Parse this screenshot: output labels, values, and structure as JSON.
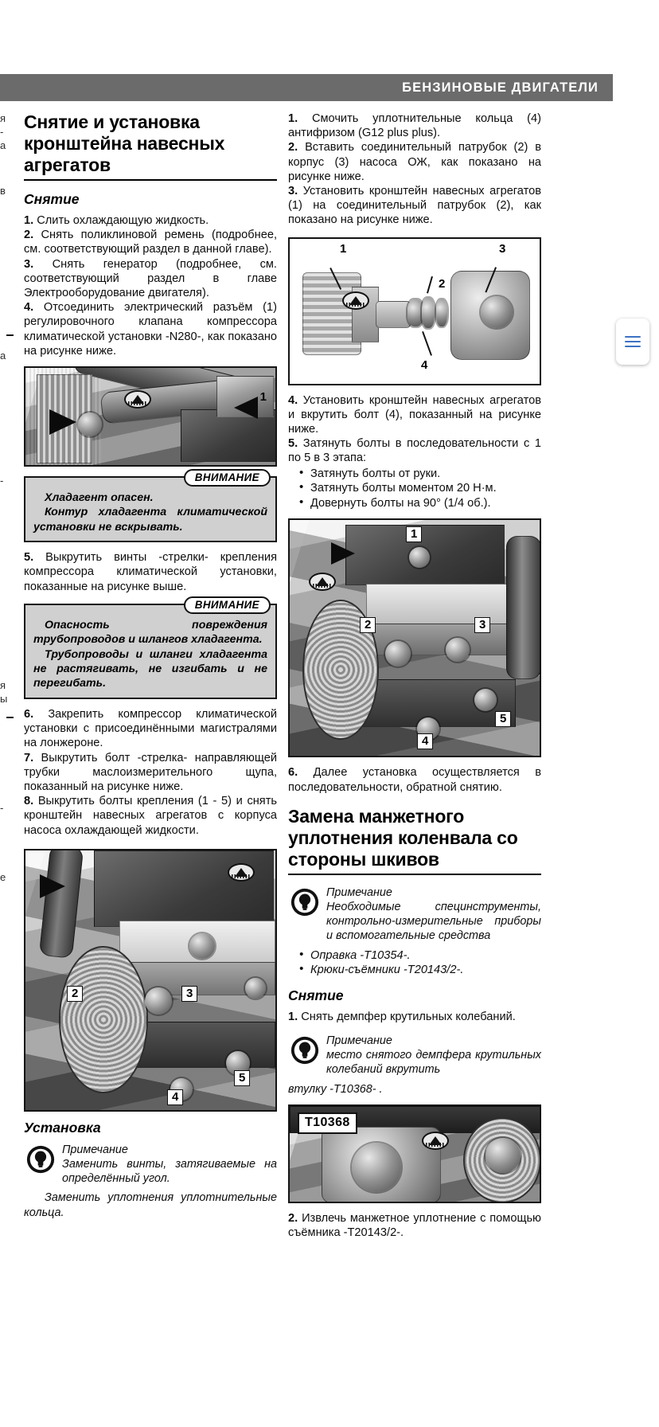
{
  "header": {
    "title": "БЕНЗИНОВЫЕ ДВИГАТЕЛИ"
  },
  "spine_fragments": [
    "я",
    "-",
    "а",
    "в",
    "а",
    "-",
    "я",
    "ы",
    "-",
    "е",
    "-",
    "-"
  ],
  "left": {
    "section_title": "Снятие и установка кронштейна навесных агрегатов",
    "removal_heading": "Снятие",
    "steps": [
      {
        "num": "1.",
        "text": "Слить охлаждающую жидкость."
      },
      {
        "num": "2.",
        "text": "Снять поликлиновой ремень (подробнее, см. соответствующий раздел в данной главе)."
      },
      {
        "num": "3.",
        "text": "Снять генератор (подробнее, см. соответствующий раздел в главе Электрооборудование двигателя)."
      },
      {
        "num": "4.",
        "text": "Отсоединить электрический разъём (1) регулировочного клапана компрессора климатической установки -N280-, как показано на рисунке ниже."
      }
    ],
    "fig1": {
      "callouts": [
        "1"
      ]
    },
    "warning1": {
      "tag": "ВНИМАНИЕ",
      "lines": [
        "Хладагент опасен.",
        "Контур хладагента климатической установки не вскрывать."
      ]
    },
    "step5": {
      "num": "5.",
      "text": "Выкрутить винты -стрелки- крепления компрессора климатической установки, показанные на рисунке выше."
    },
    "warning2": {
      "tag": "ВНИМАНИЕ",
      "lines": [
        "Опасность повреждения трубопроводов и шлангов хладагента.",
        "Трубопроводы и шланги хладагента не растягивать, не изгибать и не перегибать."
      ]
    },
    "steps_cont": [
      {
        "num": "6.",
        "text": "Закрепить компрессор климатической установки с присоединёнными магистралями на лонжероне."
      },
      {
        "num": "7.",
        "text": "Выкрутить болт -стрелка- направляющей трубки маслоизмерительного щупа, показанный на рисунке ниже."
      },
      {
        "num": "8.",
        "text": "Выкрутить болты крепления (1 - 5) и снять кронштейн навесных агрегатов с корпуса насоса охлаждающей жидкости."
      }
    ],
    "fig2": {
      "callouts": [
        "2",
        "3",
        "5",
        "4"
      ]
    },
    "install_heading": "Установка",
    "note1": {
      "label": "Примечание",
      "line1": "Заменить винты, затягиваемые на определённый угол.",
      "line2": "Заменить уплотнения уплотнительные кольца."
    }
  },
  "right": {
    "steps_top": [
      {
        "num": "1.",
        "text": "Смочить уплотнительные кольца (4) антифризом (G12 plus plus)."
      },
      {
        "num": "2.",
        "text": "Вставить соединительный патрубок (2) в корпус (3) насоса ОЖ, как показано на рисунке ниже."
      },
      {
        "num": "3.",
        "text": "Установить кронштейн навесных агрегатов (1) на соединительный патрубок (2), как показано на рисунке ниже."
      }
    ],
    "fig3": {
      "callouts": [
        "1",
        "3",
        "2",
        "4"
      ]
    },
    "steps_mid": [
      {
        "num": "4.",
        "text": "Установить кронштейн навесных агрегатов и вкрутить болт (4), показанный на рисунке ниже."
      },
      {
        "num": "5.",
        "text": "Затянуть болты в последовательности с 1 по 5 в 3 этапа:"
      }
    ],
    "bullets": [
      "Затянуть болты от руки.",
      "Затянуть болты моментом 20 Н·м.",
      "Довернуть болты на 90° (1/4 об.)."
    ],
    "fig4": {
      "callouts": [
        "1",
        "2",
        "3",
        "4",
        "5"
      ]
    },
    "step6": {
      "num": "6.",
      "text": "Далее установка осуществляется в последовательности, обратной снятию."
    },
    "section_title2": "Замена манжетного уплотнения коленвала со стороны шкивов",
    "note2": {
      "label": "Примечание",
      "text": "Необходимые специнструменты, контрольно-измерительные приборы и вспомогательные средства"
    },
    "note2_bullets": [
      "Оправка -T10354-.",
      "Крюки-съёмники -T20143/2-."
    ],
    "removal_heading2": "Снятие",
    "step_r1": {
      "num": "1.",
      "text": "Снять демпфер крутильных колебаний."
    },
    "note3": {
      "label": "Примечание",
      "line1": "место снятого демпфера крутильных колебаний вкрутить",
      "line2": "втулку -T10368- ."
    },
    "fig5": {
      "tool_tag": "T10368"
    },
    "step_r2": {
      "num": "2.",
      "text": "Извлечь манжетное уплотнение с помощью съёмника -T20143/2-."
    }
  },
  "fab": {
    "icon": "hamburger-icon"
  },
  "colors": {
    "header_band": "#6b6b6b",
    "warn_fill": "#d0d0d0",
    "accent_blue": "#3b73c4"
  }
}
